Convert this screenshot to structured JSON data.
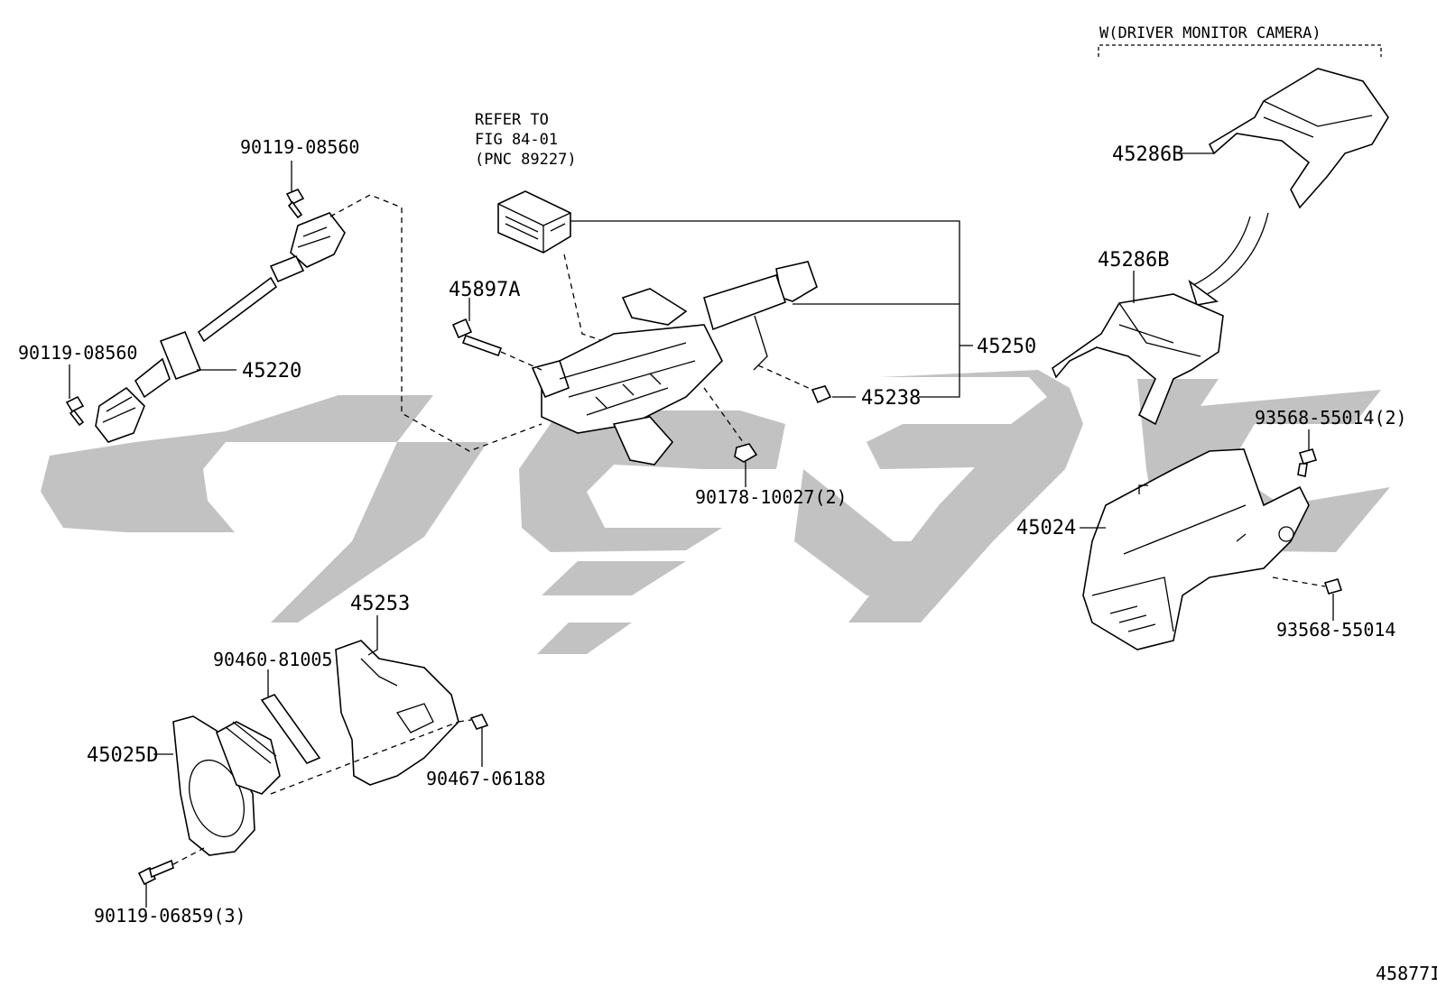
{
  "diagram": {
    "note_group_header": "W(DRIVER MONITOR CAMERA)",
    "refer_note": {
      "line1": "REFER TO",
      "line2": "FIG 84-01",
      "line3": "(PNC 89227)"
    },
    "figure_code": "45877I",
    "labels": {
      "bolt_upper_shaft": "90119-08560",
      "bolt_lower_shaft": "90119-08560",
      "intermediate_shaft": "45220",
      "bolt_45897a": "45897A",
      "column_assembly": "45250",
      "clip_45238": "45238",
      "nut_90178": "90178-10027(2)",
      "upper_cover_a": "45286B",
      "upper_cover_b": "45286B",
      "screw_93568_2": "93568-55014(2)",
      "lower_cover": "45024",
      "screw_93568": "93568-55014",
      "hole_cover_bracket": "45253",
      "seal_90460": "90460-81005",
      "hole_cover": "45025D",
      "nut_90467": "90467-06188",
      "bolt_90119_3": "90119-06859(3)"
    }
  },
  "colors": {
    "line": "#000000",
    "watermark": "#c2c2c2",
    "background": "#ffffff"
  }
}
